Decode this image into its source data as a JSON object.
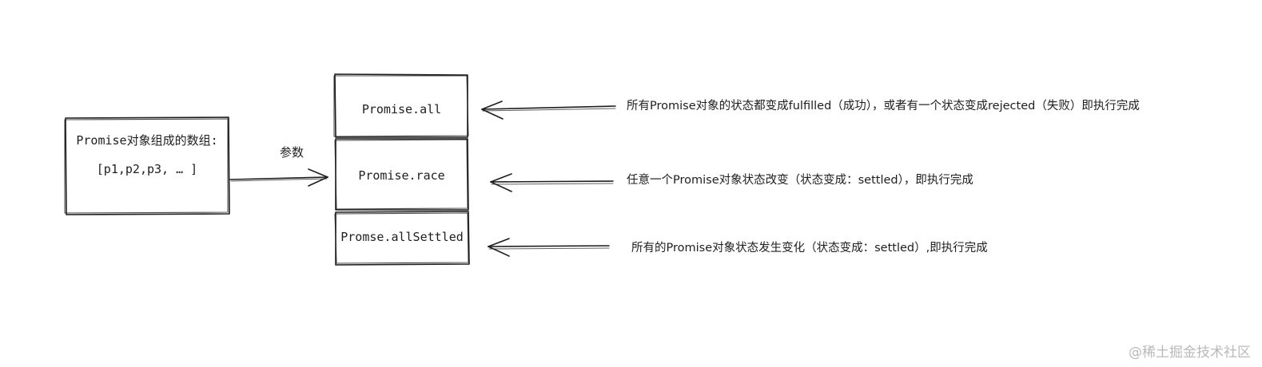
{
  "source_box": {
    "title": "Promise对象组成的数组:",
    "items": "[p1,p2,p3, … ]"
  },
  "param_label": "参数",
  "methods": [
    {
      "name": "Promise.all",
      "description": "所有Promise对象的状态都变成fulfilled（成功），或者有一个状态变成rejected（失败）即执行完成"
    },
    {
      "name": "Promise.race",
      "description": "任意一个Promise对象状态改变（状态变成：settled），即执行完成"
    },
    {
      "name": "Promse.allSettled",
      "description": "所有的Promise对象状态发生变化（状态变成：settled）,即执行完成"
    }
  ],
  "watermark": "@稀土掘金技术社区",
  "colors": {
    "stroke": "#1e1e1e",
    "background": "#ffffff",
    "watermark": "#b9b9b9"
  }
}
